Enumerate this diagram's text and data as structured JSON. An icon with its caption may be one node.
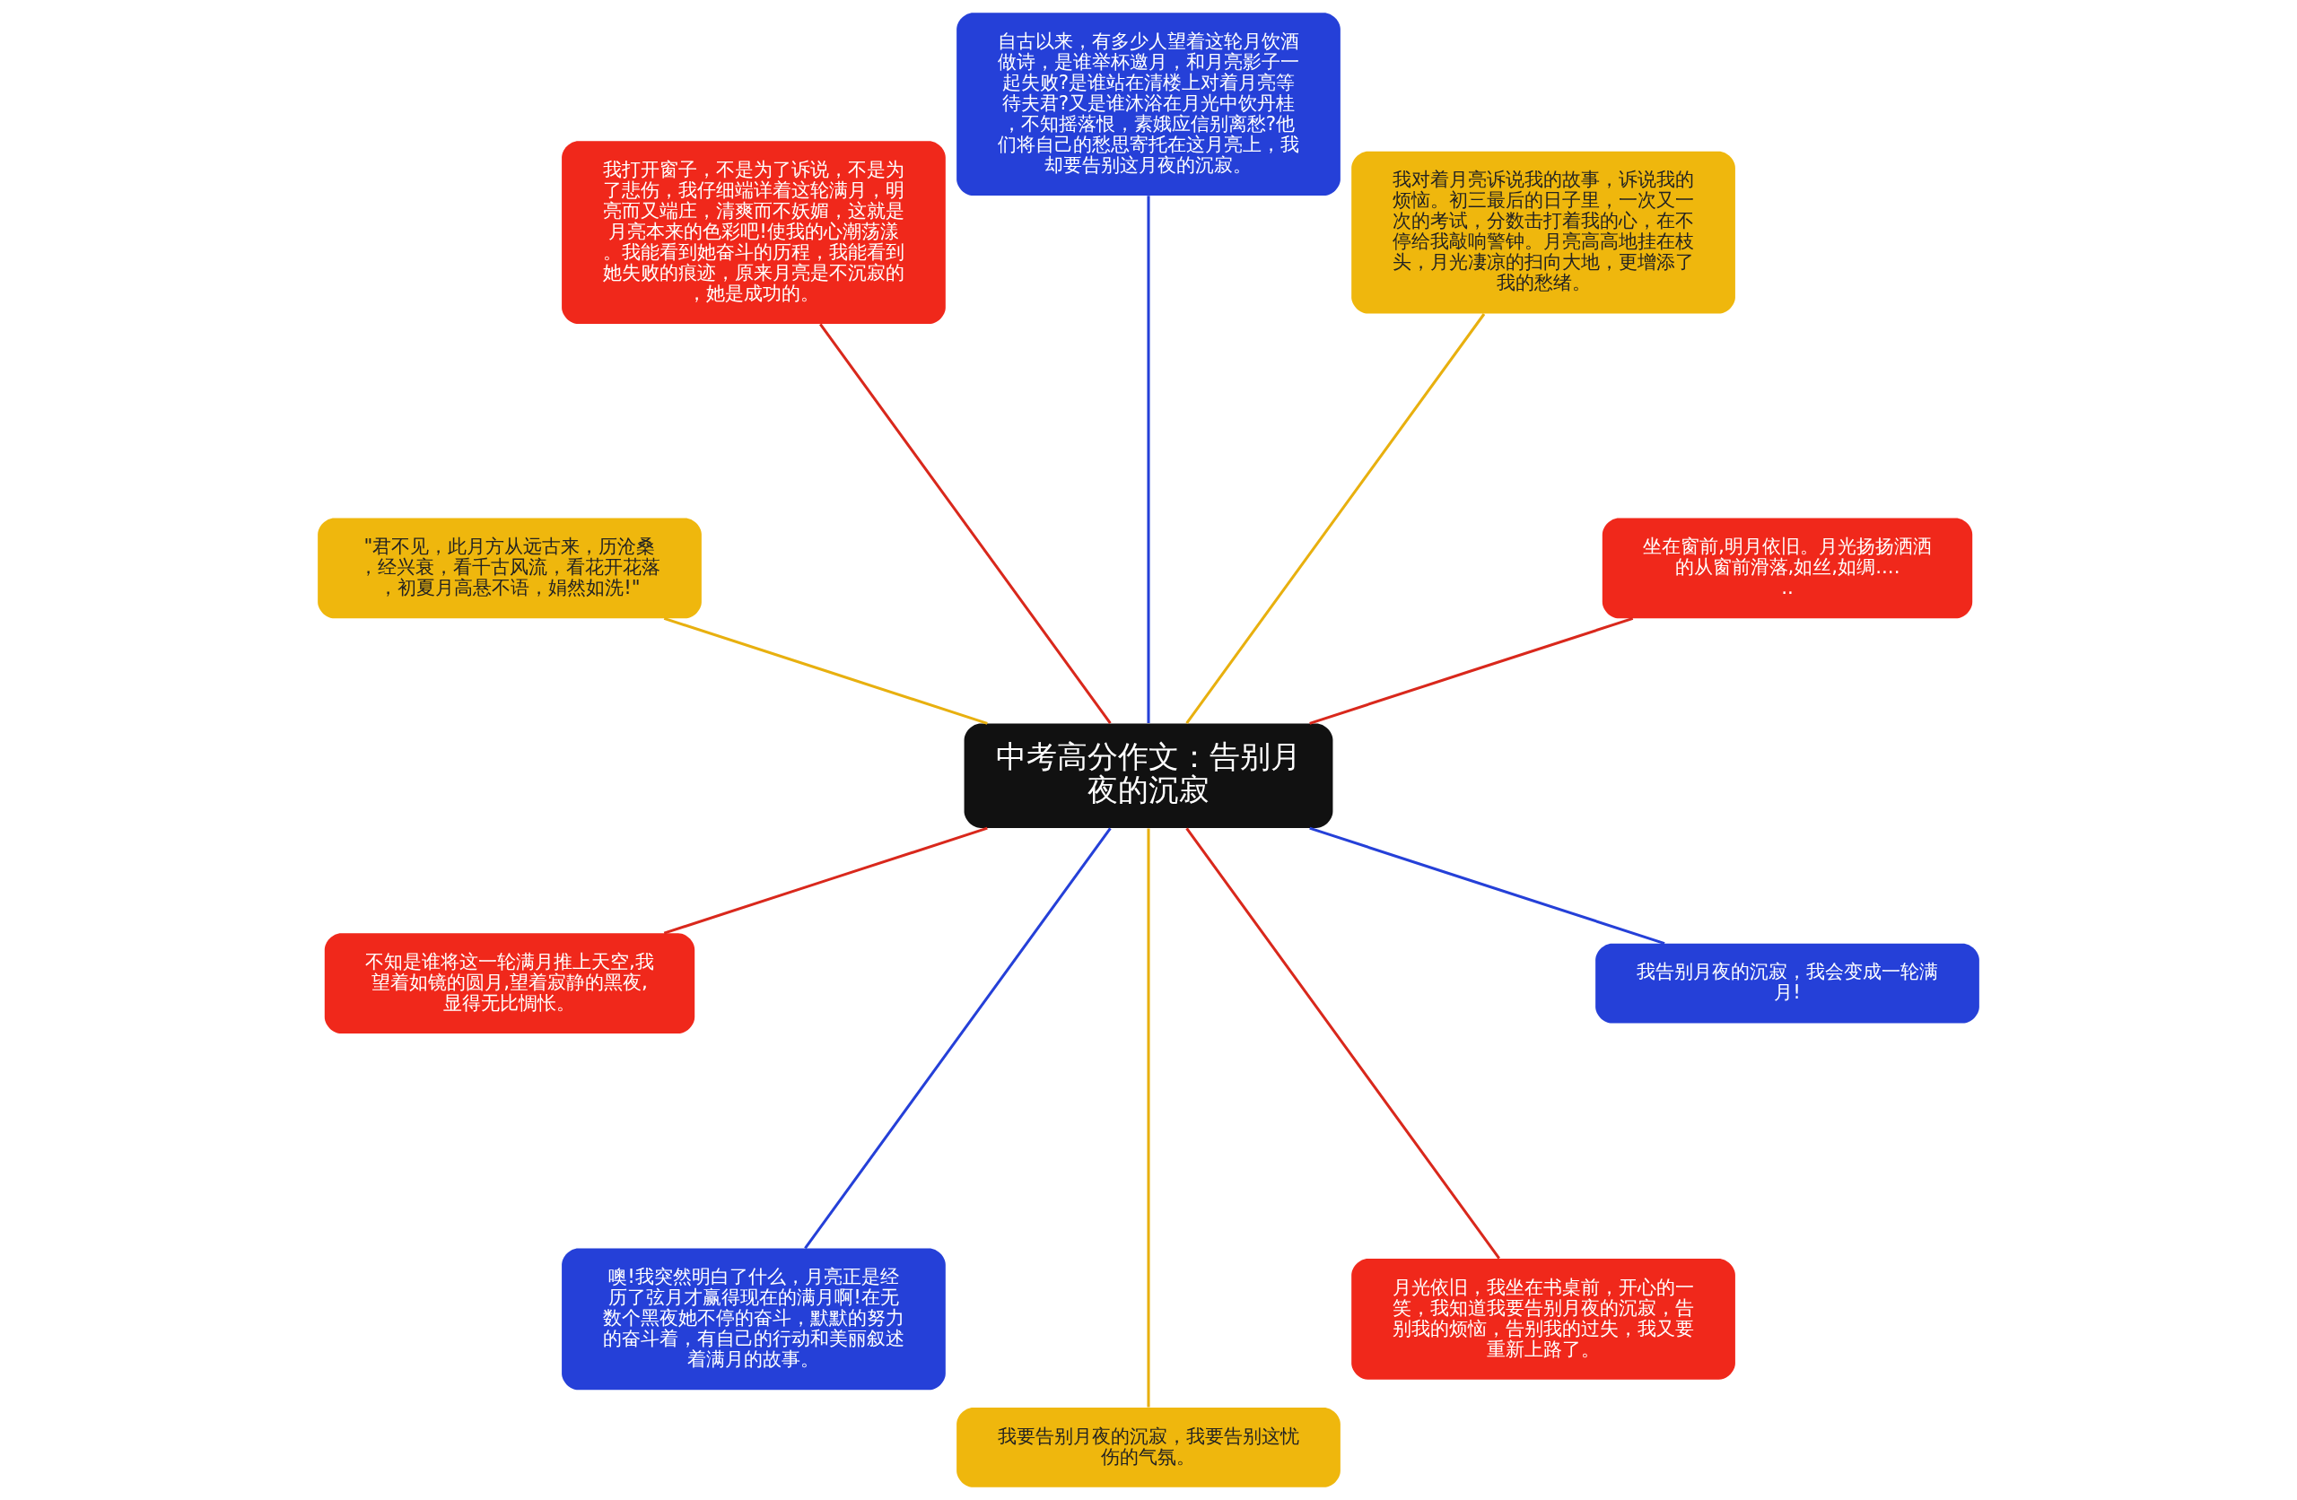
{
  "diagram": {
    "nodes": [
      {
        "text": [
          "中考高分作文：告别月夜的沉寂"
        ]
      },
      {
        "text": [
          "坐在窗前,明月依旧。月光扬扬洒洒的从窗前滑落,如丝,如绸......"
        ]
      },
      {
        "text": [
          "我对着月亮诉说我的故事，诉说我的烦恼。初三最后的日子里，一次又一次的考试，分数击打着我的心，在不停给我敲响警钟。月亮高高地挂在枝头，月光凄凉的扫向大地，更增添了我的愁绪。"
        ]
      },
      {
        "text": [
          "自古以来，有多少人望着这轮月饮酒做诗，是谁举杯邀月，和月亮影子一起失败?是谁站在清楼上对着月亮等待夫君?又是谁沐浴在月光中饮丹桂，不知摇落恨，素娥应信别离愁?他们将自己的愁思寄托在这月亮上，我却要告别这月夜的沉寂。"
        ]
      },
      {
        "text": [
          "我打开窗子，不是为了诉说，不是为了悲伤，我仔细端详着这轮满月，明亮而又端庄，清爽而不妖媚，这就是月亮本来的色彩吧!使我的心潮荡漾。我能看到她奋斗的历程，我能看到她失败的痕迹，原来月亮是不沉寂的，她是成功的。"
        ]
      },
      {
        "text": [
          "\"君不见，此月方从远古来，历沧桑，经兴衰，看千古风流，看花开花落，初夏月高悬不语，娟然如洗!\""
        ]
      },
      {
        "text": [
          "不知是谁将这一轮满月推上天空,我望着如镜的圆月,望着寂静的黑夜,显得无比惆怅。"
        ]
      },
      {
        "text": [
          "噢!我突然明白了什么，月亮正是经历了弦月才赢得现在的满月啊!在无数个黑夜她不停的奋斗，默默的努力的奋斗着，有自己的行动和美丽叙述着满月的故事。"
        ]
      },
      {
        "text": [
          "我要告别月夜的沉寂，我要告别这忧伤的气氛。"
        ]
      },
      {
        "text": [
          "月光依旧，我坐在书桌前，开心的一笑，我知道我要告别月夜的沉寂，告别我的烦恼，告别我的过失，我又要重新上路了。"
        ]
      },
      {
        "text": [
          "我告别月夜的沉寂，我会变成一轮满月!"
        ]
      }
    ],
    "edges": [
      {
        "from": 0,
        "to": 1,
        "arrow": "none",
        "color": "#d9281c"
      },
      {
        "from": 0,
        "to": 2,
        "arrow": "none",
        "color": "#e8b00f"
      },
      {
        "from": 0,
        "to": 3,
        "arrow": "none",
        "color": "#2540d8"
      },
      {
        "from": 0,
        "to": 4,
        "arrow": "none",
        "color": "#d9281c"
      },
      {
        "from": 0,
        "to": 5,
        "arrow": "none",
        "color": "#e8b00f"
      },
      {
        "from": 0,
        "to": 6,
        "arrow": "none",
        "color": "#d9281c"
      },
      {
        "from": 0,
        "to": 7,
        "arrow": "none",
        "color": "#2540d8"
      },
      {
        "from": 0,
        "to": 8,
        "arrow": "none",
        "color": "#e8b00f"
      },
      {
        "from": 0,
        "to": 9,
        "arrow": "none",
        "color": "#d9281c"
      },
      {
        "from": 0,
        "to": 10,
        "arrow": "none",
        "color": "#2540d8"
      }
    ]
  }
}
